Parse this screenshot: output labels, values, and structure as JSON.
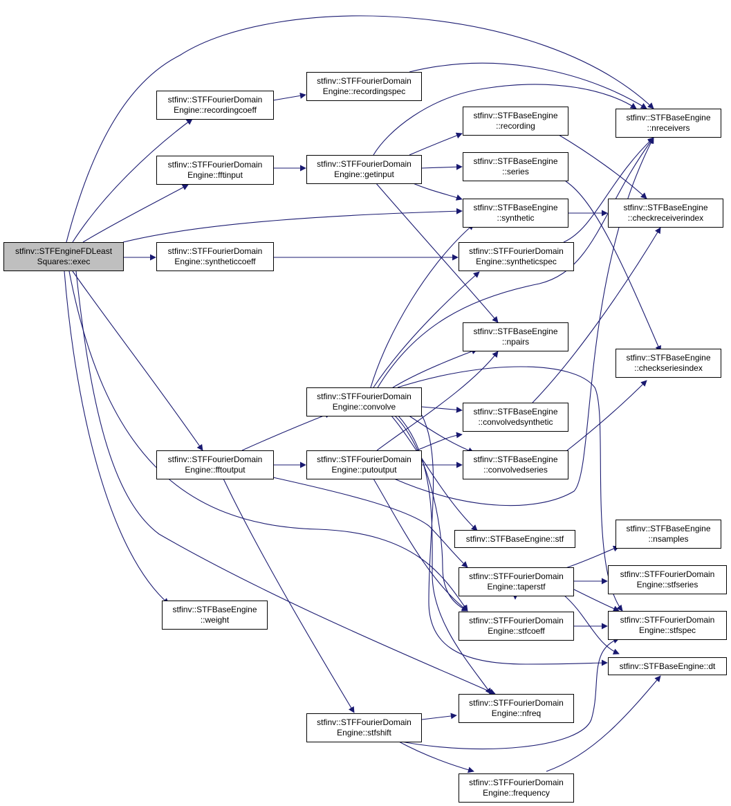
{
  "colors": {
    "edge": "#191970",
    "root_fill": "#bfbfbf",
    "node_fill": "#ffffff",
    "border": "#000000"
  },
  "nodes": {
    "exec": {
      "line1": "stfinv::STFEngineFDLeast",
      "line2": "Squares::exec"
    },
    "recordingcoeff": {
      "line1": "stfinv::STFFourierDomain",
      "line2": "Engine::recordingcoeff"
    },
    "fftinput": {
      "line1": "stfinv::STFFourierDomain",
      "line2": "Engine::fftinput"
    },
    "syntheticcoeff": {
      "line1": "stfinv::STFFourierDomain",
      "line2": "Engine::syntheticcoeff"
    },
    "fftoutput": {
      "line1": "stfinv::STFFourierDomain",
      "line2": "Engine::fftoutput"
    },
    "weight": {
      "line1": "stfinv::STFBaseEngine",
      "line2": "::weight"
    },
    "recordingspec": {
      "line1": "stfinv::STFFourierDomain",
      "line2": "Engine::recordingspec"
    },
    "getinput": {
      "line1": "stfinv::STFFourierDomain",
      "line2": "Engine::getinput"
    },
    "convolve": {
      "line1": "stfinv::STFFourierDomain",
      "line2": "Engine::convolve"
    },
    "putoutput": {
      "line1": "stfinv::STFFourierDomain",
      "line2": "Engine::putoutput"
    },
    "stfshift": {
      "line1": "stfinv::STFFourierDomain",
      "line2": "Engine::stfshift"
    },
    "recording": {
      "line1": "stfinv::STFBaseEngine",
      "line2": "::recording"
    },
    "series": {
      "line1": "stfinv::STFBaseEngine",
      "line2": "::series"
    },
    "synthetic": {
      "line1": "stfinv::STFBaseEngine",
      "line2": "::synthetic"
    },
    "syntheticspec": {
      "line1": "stfinv::STFFourierDomain",
      "line2": "Engine::syntheticspec"
    },
    "npairs": {
      "line1": "stfinv::STFBaseEngine",
      "line2": "::npairs"
    },
    "convolvedsynthetic": {
      "line1": "stfinv::STFBaseEngine",
      "line2": "::convolvedsynthetic"
    },
    "convolvedseries": {
      "line1": "stfinv::STFBaseEngine",
      "line2": "::convolvedseries"
    },
    "stf": {
      "line1": "stfinv::STFBaseEngine::stf"
    },
    "taperstf": {
      "line1": "stfinv::STFFourierDomain",
      "line2": "Engine::taperstf"
    },
    "stfcoeff": {
      "line1": "stfinv::STFFourierDomain",
      "line2": "Engine::stfcoeff"
    },
    "nfreq": {
      "line1": "stfinv::STFFourierDomain",
      "line2": "Engine::nfreq"
    },
    "frequency": {
      "line1": "stfinv::STFFourierDomain",
      "line2": "Engine::frequency"
    },
    "nreceivers": {
      "line1": "stfinv::STFBaseEngine",
      "line2": "::nreceivers"
    },
    "checkreceiverindex": {
      "line1": "stfinv::STFBaseEngine",
      "line2": "::checkreceiverindex"
    },
    "checkseriesindex": {
      "line1": "stfinv::STFBaseEngine",
      "line2": "::checkseriesindex"
    },
    "nsamples": {
      "line1": "stfinv::STFBaseEngine",
      "line2": "::nsamples"
    },
    "stfseries": {
      "line1": "stfinv::STFFourierDomain",
      "line2": "Engine::stfseries"
    },
    "stfspec": {
      "line1": "stfinv::STFFourierDomain",
      "line2": "Engine::stfspec"
    },
    "dt": {
      "line1": "stfinv::STFBaseEngine::dt"
    }
  }
}
